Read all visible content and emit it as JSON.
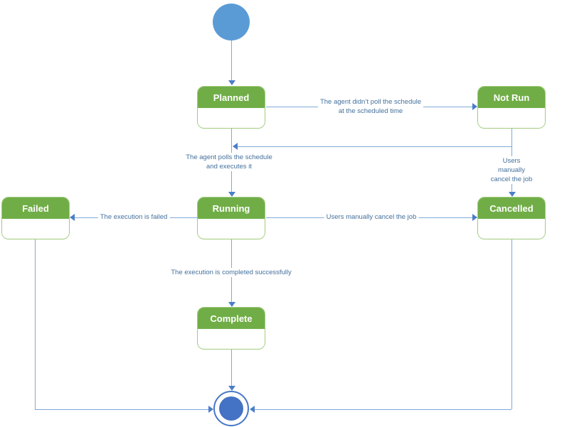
{
  "diagram": {
    "type": "uml-state-diagram",
    "background": "#FFFFFF"
  },
  "colors": {
    "state_fill": "#70AD47",
    "state_border": "#A3CB7E",
    "state_title_text": "#FFFFFF",
    "connector_line": "#7FA9D9",
    "arrowhead": "#4B7EC8",
    "label_text": "#44709C",
    "initial_node_fill": "#5B9BD5",
    "final_node_fill": "#4472C4",
    "final_node_ring": "#4877C8"
  },
  "icons": {
    "initial_state": "filled-circle",
    "final_state": "ringed-circle"
  },
  "states": {
    "planned": {
      "label": "Planned"
    },
    "not_run": {
      "label": "Not Run"
    },
    "failed": {
      "label": "Failed"
    },
    "running": {
      "label": "Running"
    },
    "cancelled": {
      "label": "Cancelled"
    },
    "complete": {
      "label": "Complete"
    }
  },
  "transitions": {
    "planned_to_not_run": {
      "label": "The agent didn’t poll the schedule\nat the scheduled time"
    },
    "planned_to_running": {
      "label": "The agent polls the schedule\nand executes it"
    },
    "not_run_to_cancelled": {
      "label": "Users manually cancel the job"
    },
    "running_to_failed": {
      "label": "The execution is failed"
    },
    "running_to_cancelled": {
      "label": "Users manually cancel the job"
    },
    "running_to_complete": {
      "label": "The execution is completed successfully"
    }
  }
}
